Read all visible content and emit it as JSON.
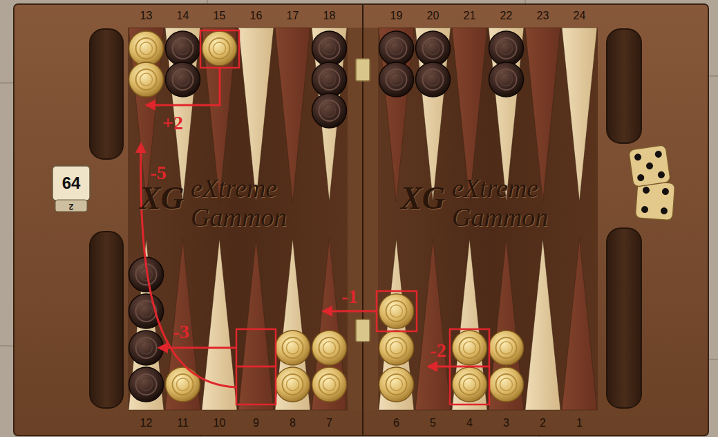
{
  "diagram": {
    "labels": [
      "13",
      "14",
      "15",
      "16",
      "17",
      "18",
      "19",
      "20",
      "21",
      "22",
      "23",
      "24",
      "12",
      "11",
      "10",
      "9",
      "8",
      "7",
      "6",
      "5",
      "4",
      "3",
      "2",
      "1",
      "64",
      "2",
      "+2",
      "-5",
      "-3",
      "-1",
      "-2",
      "XG",
      "eXtreme Gammon",
      "XG",
      "eXtreme Gammon"
    ]
  }
}
